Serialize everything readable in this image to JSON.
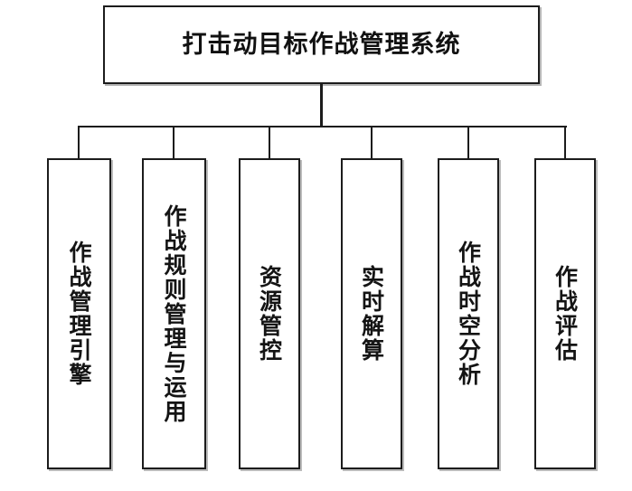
{
  "diagram": {
    "type": "organization-tree",
    "orientation": "top-down",
    "background_color": "#ffffff",
    "line_color": "#1c1c1c",
    "box_fill": "#ffffff",
    "root": {
      "label": "打击动目标作战管理系统"
    },
    "children": [
      {
        "label": "作战管理引擎"
      },
      {
        "label": "作战规则管理与运用"
      },
      {
        "label": "资源管控"
      },
      {
        "label": "实时解算"
      },
      {
        "label": "作战时空分析"
      },
      {
        "label": "作战评估"
      }
    ]
  }
}
